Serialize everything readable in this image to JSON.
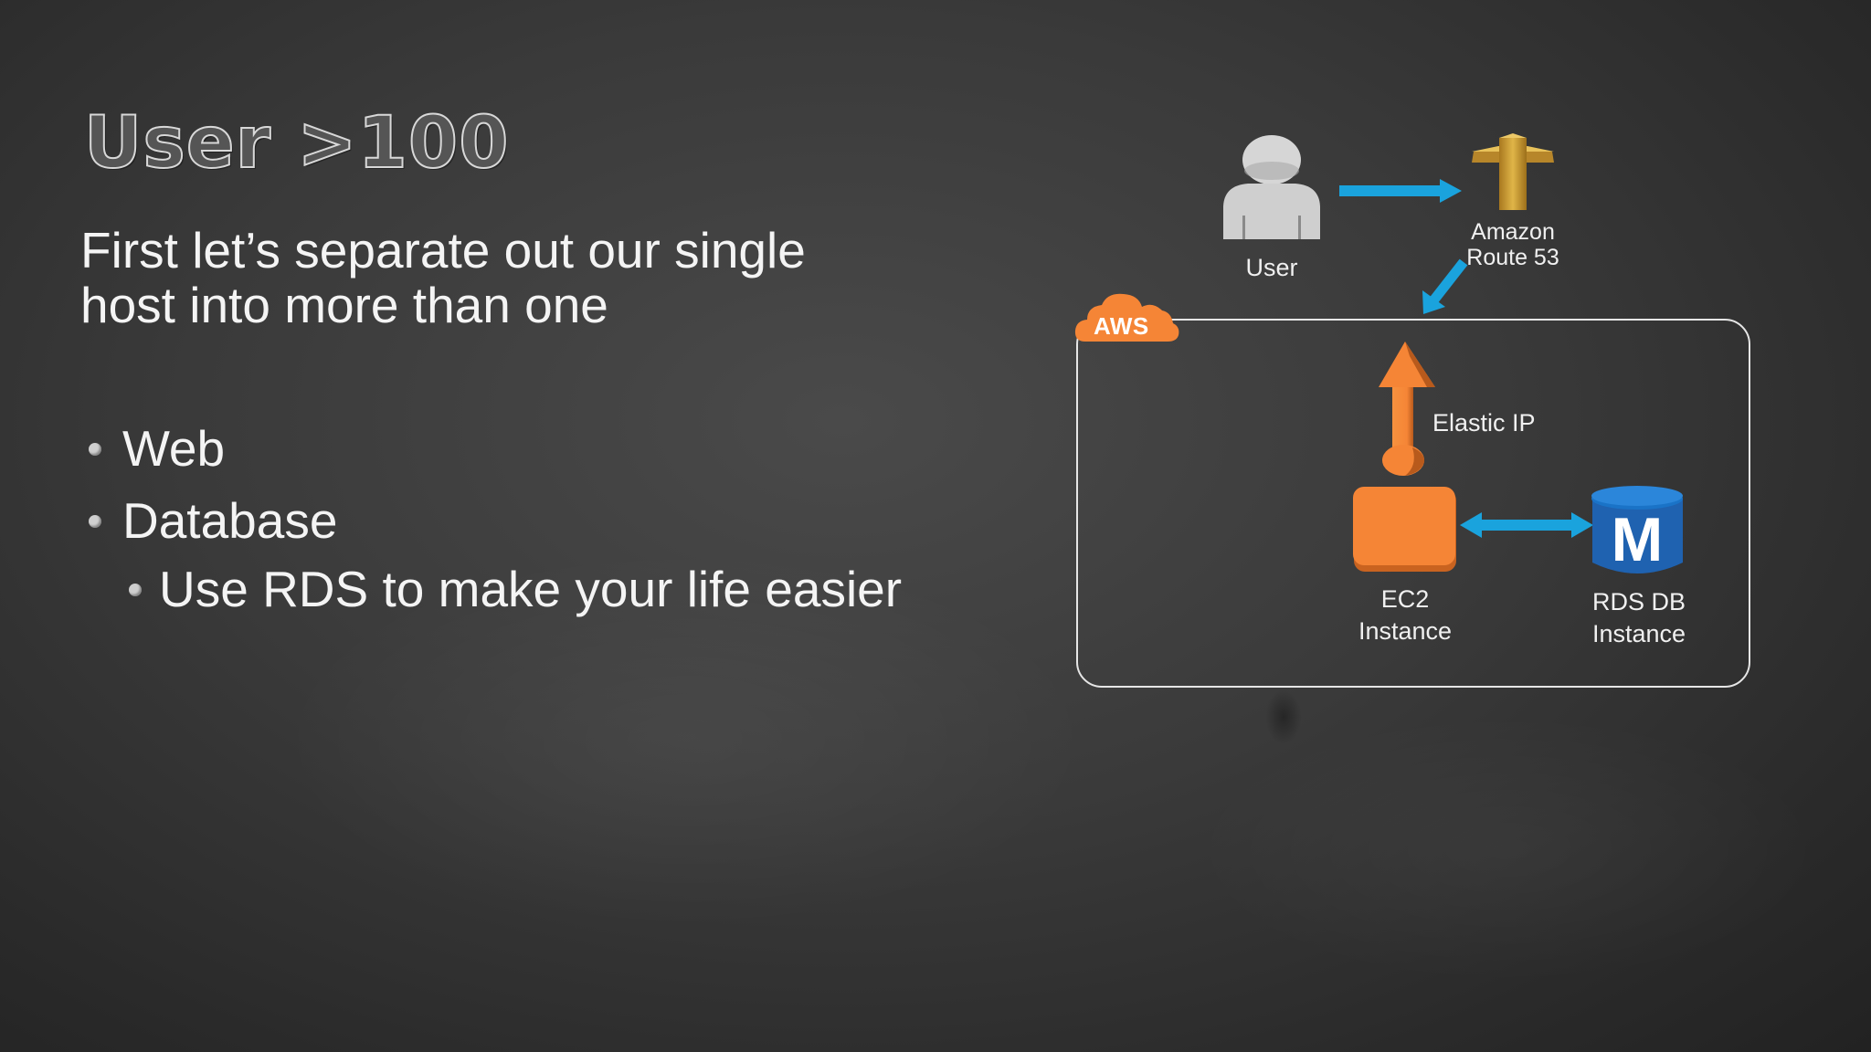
{
  "slide": {
    "title": "User >100",
    "intro_line1": "First let’s separate out our single",
    "intro_line2": "host into more than one",
    "bullets": [
      {
        "text": "Web",
        "level": 1
      },
      {
        "text": "Database",
        "level": 1
      },
      {
        "text": "Use RDS to make your life easier",
        "level": 2
      }
    ]
  },
  "diagram": {
    "user_label": "User",
    "route53_line1": "Amazon",
    "route53_line2": "Route 53",
    "aws_badge": "AWS",
    "elastic_ip_label": "Elastic IP",
    "ec2_line1": "EC2",
    "ec2_line2": "Instance",
    "rds_line1": "RDS DB",
    "rds_line2": "Instance",
    "rds_icon_letter": "M",
    "icons": [
      "user-icon",
      "route53-icon",
      "aws-cloud-icon",
      "elastic-ip-icon",
      "ec2-instance-icon",
      "rds-database-icon"
    ]
  },
  "colors": {
    "background": "#3a3a3a",
    "text": "#f4f4f4",
    "arrow_blue": "#1aa3dd",
    "aws_orange": "#f58536",
    "route53_gold": "#c99a2e",
    "rds_blue": "#1f62b0",
    "user_gray": "#cccccc"
  }
}
